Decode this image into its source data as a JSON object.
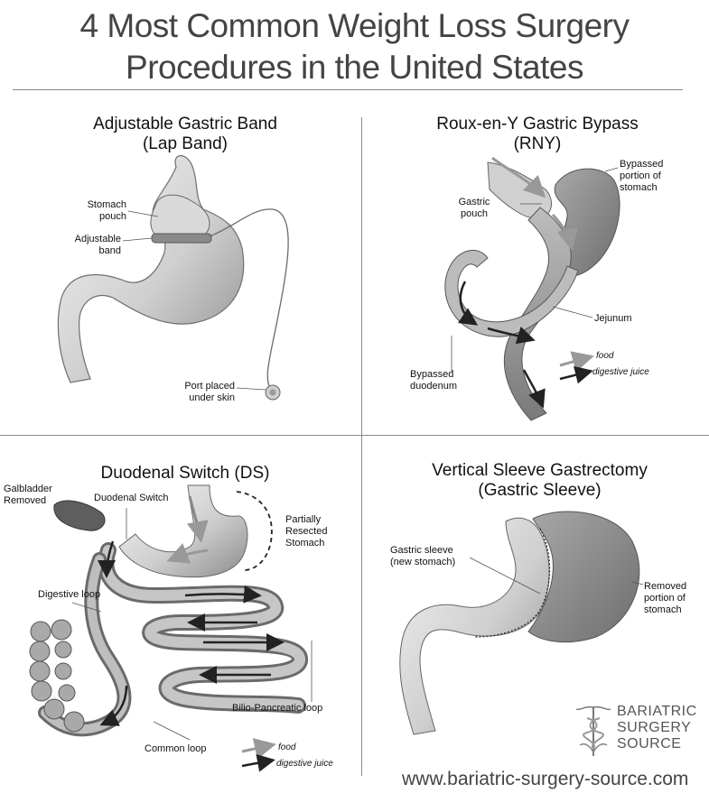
{
  "title": {
    "line1": "4 Most Common Weight Loss Surgery",
    "line2": "Procedures in the United States"
  },
  "panels": {
    "lap_band": {
      "title1": "Adjustable Gastric Band",
      "title2": "(Lap Band)",
      "labels": {
        "stomach_pouch_1": "Stomach",
        "stomach_pouch_2": "pouch",
        "band_1": "Adjustable",
        "band_2": "band",
        "port_1": "Port placed",
        "port_2": "under skin"
      }
    },
    "rny": {
      "title1": "Roux-en-Y Gastric Bypass",
      "title2": "(RNY)",
      "labels": {
        "bypassed_1": "Bypassed",
        "bypassed_2": "portion of",
        "bypassed_3": "stomach",
        "gastric_1": "Gastric",
        "gastric_2": "pouch",
        "jejunum": "Jejunum",
        "duodenum_1": "Bypassed",
        "duodenum_2": "duodenum",
        "food": "food",
        "digestive": "digestive juice"
      }
    },
    "ds": {
      "title": "Duodenal Switch (DS)",
      "labels": {
        "gall_1": "Galbladder",
        "gall_2": "Removed",
        "switch": "Duodenal Switch",
        "partial_1": "Partially",
        "partial_2": "Resected",
        "partial_3": "Stomach",
        "digestive_loop": "Digestive loop",
        "bilio": "Bilio-Pancreatic loop",
        "common": "Common loop",
        "food": "food",
        "digestive": "digestive juice"
      }
    },
    "sleeve": {
      "title1": "Vertical Sleeve Gastrectomy",
      "title2": "(Gastric Sleeve)",
      "labels": {
        "sleeve_1": "Gastric sleeve",
        "sleeve_2": "(new stomach)",
        "removed_1": "Removed",
        "removed_2": "portion of",
        "removed_3": "stomach"
      }
    }
  },
  "logo": {
    "line1": "BARIATRIC",
    "line2": "SURGERY",
    "line3": "SOURCE"
  },
  "url": "www.bariatric-surgery-source.com",
  "colors": {
    "background": "#ffffff",
    "organ_light": "#e4e4e4",
    "organ_dark": "#9a9a9a",
    "text": "#111111",
    "title_text": "#444444"
  }
}
